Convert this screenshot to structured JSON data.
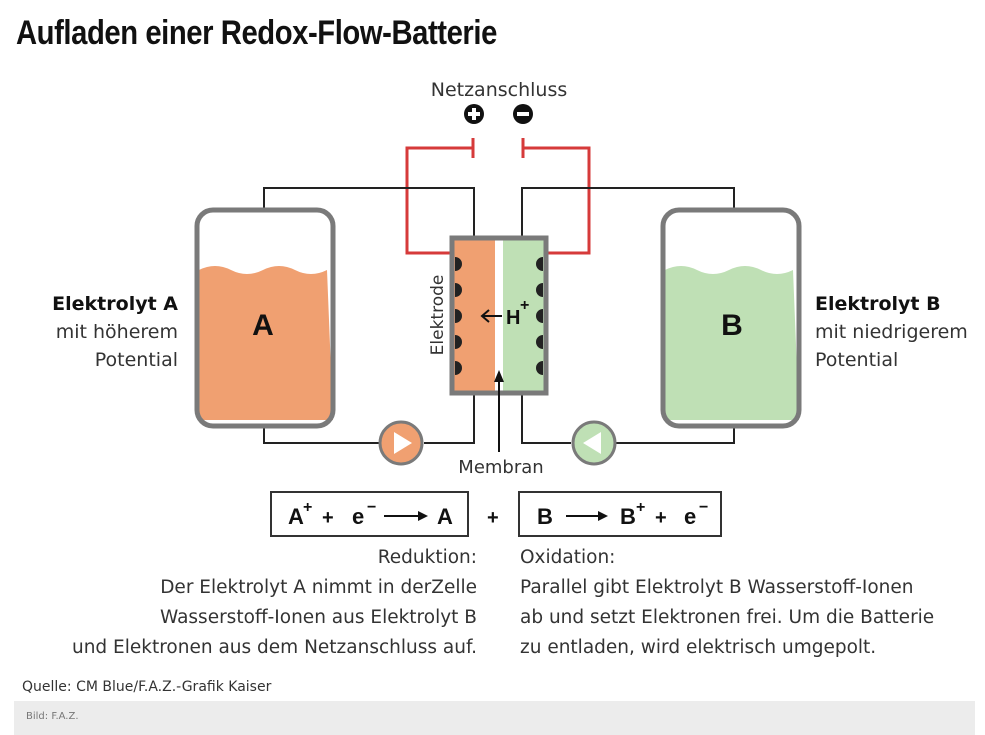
{
  "title": "Aufladen einer Redox-Flow-Batterie",
  "grid_label": "Netzanschluss",
  "tank_a": {
    "letter": "A",
    "name": "Elektrolyt A",
    "desc1": "mit höherem",
    "desc2": "Potential",
    "color": "#f0a071"
  },
  "tank_b": {
    "letter": "B",
    "name": "Elektrolyt B",
    "desc1": "mit niedrigerem",
    "desc2": "Potential",
    "color": "#bfe0b5"
  },
  "cell": {
    "electrode_label": "Elektrode",
    "ion_label": "H",
    "ion_charge": "+",
    "membrane_label": "Membran"
  },
  "colors": {
    "wire_red": "#d63a3a",
    "frame_gray": "#7a7a7a",
    "text_dark": "#111111"
  },
  "equations": {
    "reduction": {
      "a": "A",
      "a_charge": "+",
      "plus": "+",
      "e": "e",
      "e_charge": "−",
      "product": "A"
    },
    "joiner": "+",
    "oxidation": {
      "b": "B",
      "product": "B",
      "b_charge": "+",
      "plus": "+",
      "e": "e",
      "e_charge": "−"
    }
  },
  "reduction_text": {
    "heading": "Reduktion:",
    "line1": "Der Elektrolyt A nimmt in derZelle",
    "line2": "Wasserstoff-Ionen aus Elektrolyt B",
    "line3": "und Elektronen aus dem Netzanschluss auf."
  },
  "oxidation_text": {
    "heading": "Oxidation:",
    "line1": "Parallel gibt Elektrolyt B Wasserstoff-Ionen",
    "line2": "ab und setzt Elektronen frei. Um die Batterie",
    "line3": "zu entladen, wird elektrisch umgepolt."
  },
  "source": "Quelle: CM Blue/F.A.Z.-Grafik Kaiser",
  "credit": "Bild: F.A.Z."
}
